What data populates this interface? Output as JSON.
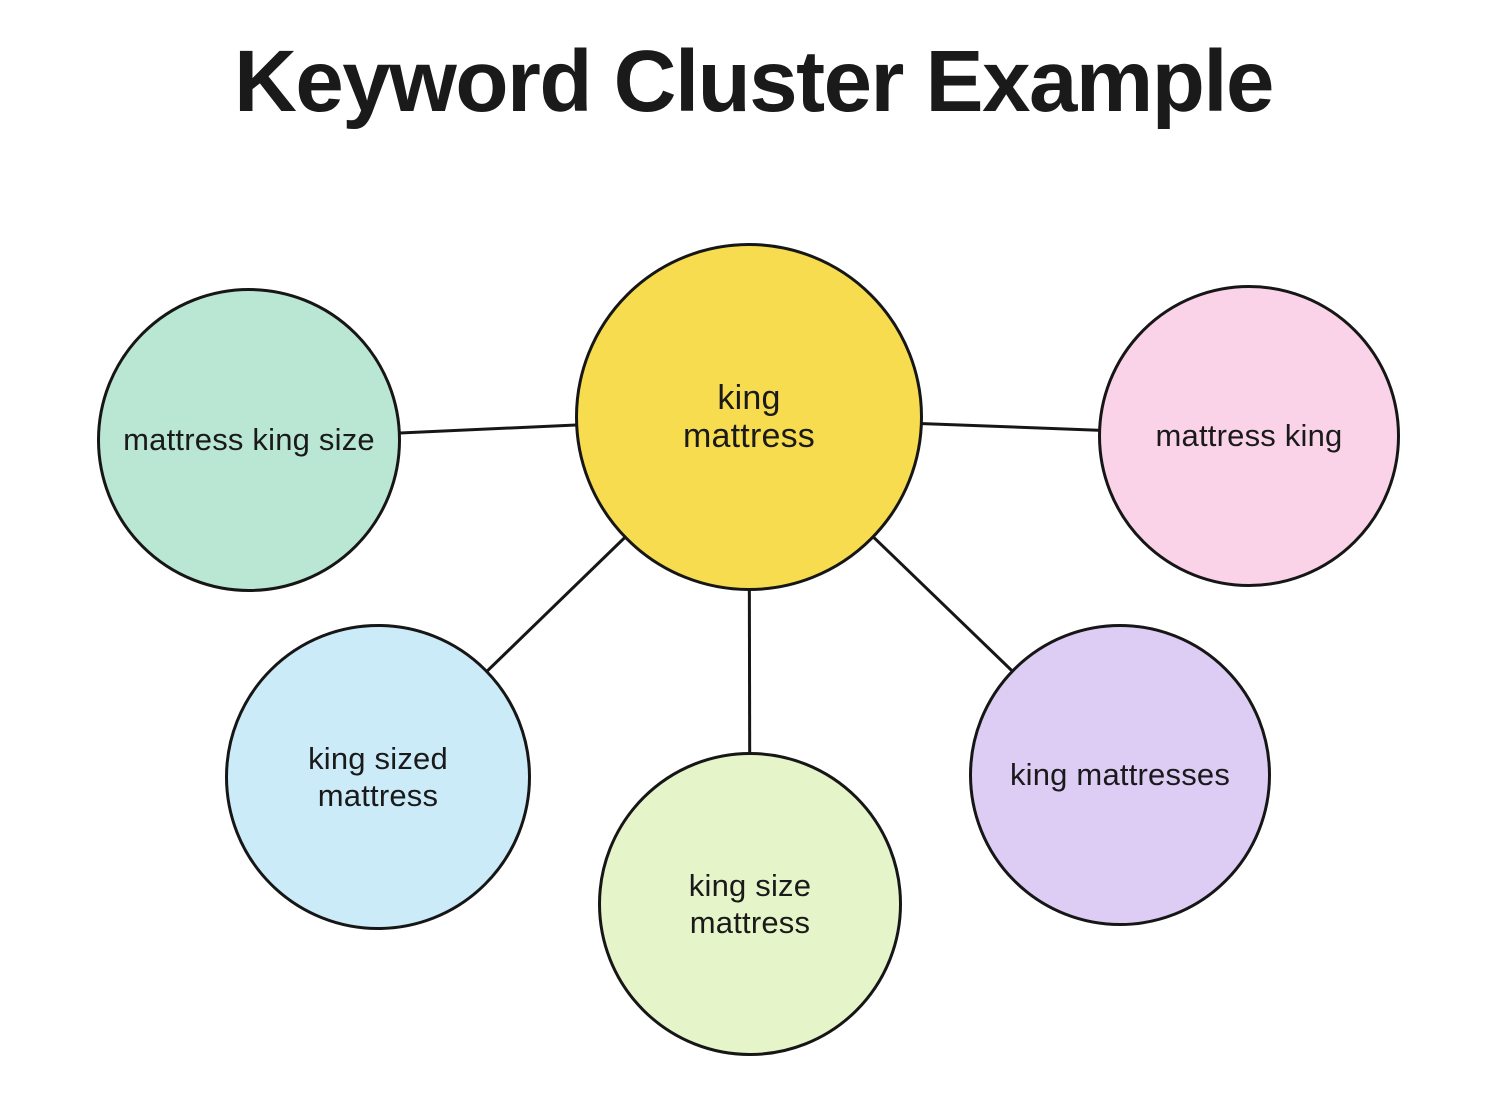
{
  "title": "Keyword Cluster Example",
  "colors": {
    "background": "#ffffff",
    "outline": "#161616",
    "text": "#1a1a1a"
  },
  "cluster": {
    "center": {
      "label": "king\nmattress",
      "fill": "#F6DC4E"
    },
    "left": {
      "label": "mattress king size",
      "fill": "#B9E7D3"
    },
    "right": {
      "label": "mattress king",
      "fill": "#FAD3E8"
    },
    "lower_left": {
      "label": "king sized\nmattress",
      "fill": "#CBEBF9"
    },
    "bottom": {
      "label": "king size\nmattress",
      "fill": "#E6F4CA"
    },
    "lower_right": {
      "label": "king mattresses",
      "fill": "#DDCCF4"
    }
  }
}
